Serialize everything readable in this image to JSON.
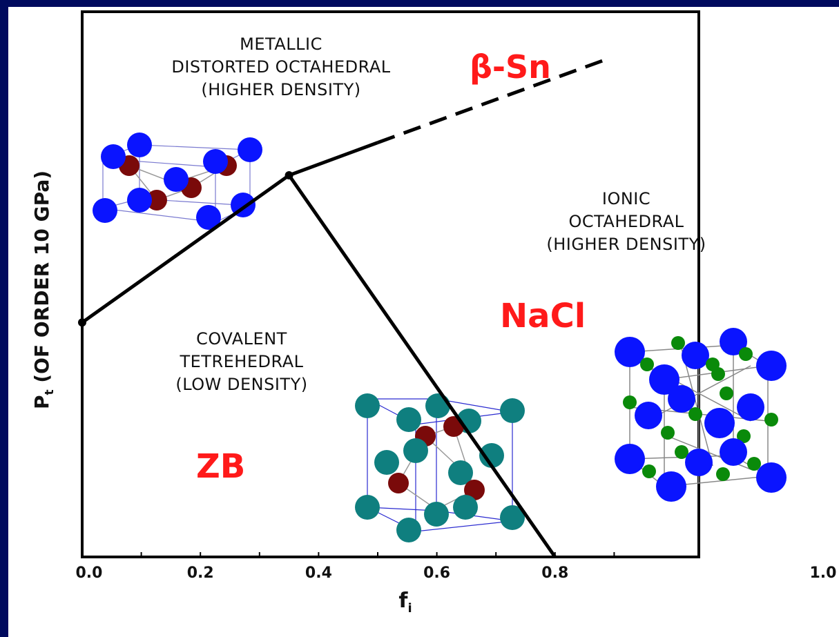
{
  "chart_data": {
    "type": "line",
    "title": "",
    "xlabel": "f",
    "xlabel_subscript": "i",
    "ylabel": "P",
    "ylabel_subscript": "t",
    "ylabel_rest": " (OF ORDER 10 GPa)",
    "xlim": [
      0.0,
      1.0
    ],
    "x_ticks": [
      "0.0",
      "0.2",
      "0.4",
      "0.6",
      "0.8",
      "1.0"
    ],
    "x_tick_values": [
      0.0,
      0.2,
      0.4,
      0.6,
      0.8,
      1.0
    ],
    "series": [
      {
        "style": "solid",
        "x": [
          0.0,
          0.35
        ],
        "y": [
          0.43,
          0.7
        ]
      },
      {
        "style": "solid",
        "x": [
          0.35,
          0.8
        ],
        "y": [
          0.7,
          0.0
        ]
      },
      {
        "style": "solid",
        "x": [
          0.35,
          0.5
        ],
        "y": [
          0.7,
          0.76
        ]
      },
      {
        "style": "dashed",
        "x": [
          0.5,
          0.88
        ],
        "y": [
          0.76,
          0.91
        ]
      }
    ],
    "points": [
      {
        "x": 0.0,
        "y": 0.43
      },
      {
        "x": 0.35,
        "y": 0.7
      }
    ],
    "y_max": 1.0
  },
  "regions": {
    "metallic": [
      "METALLIC",
      "DISTORTED OCTAHEDRAL",
      "(HIGHER DENSITY)"
    ],
    "ionic": [
      "IONIC",
      "OCTAHEDRAL",
      "(HIGHER DENSITY)"
    ],
    "covalent": [
      "COVALENT",
      "TETREHEDRAL",
      "(LOW DENSITY)"
    ]
  },
  "structures": {
    "beta_sn": "β-Sn",
    "nacl": "NaCl",
    "zb": "ZB"
  },
  "colors": {
    "background": "#000a5e",
    "line": "#000000",
    "structure_label": "#ff1a1a",
    "atom_blue": "#0a14ff",
    "atom_darkred": "#7a0a0a",
    "atom_teal": "#0f7f7f",
    "atom_green": "#0a8a0a"
  }
}
